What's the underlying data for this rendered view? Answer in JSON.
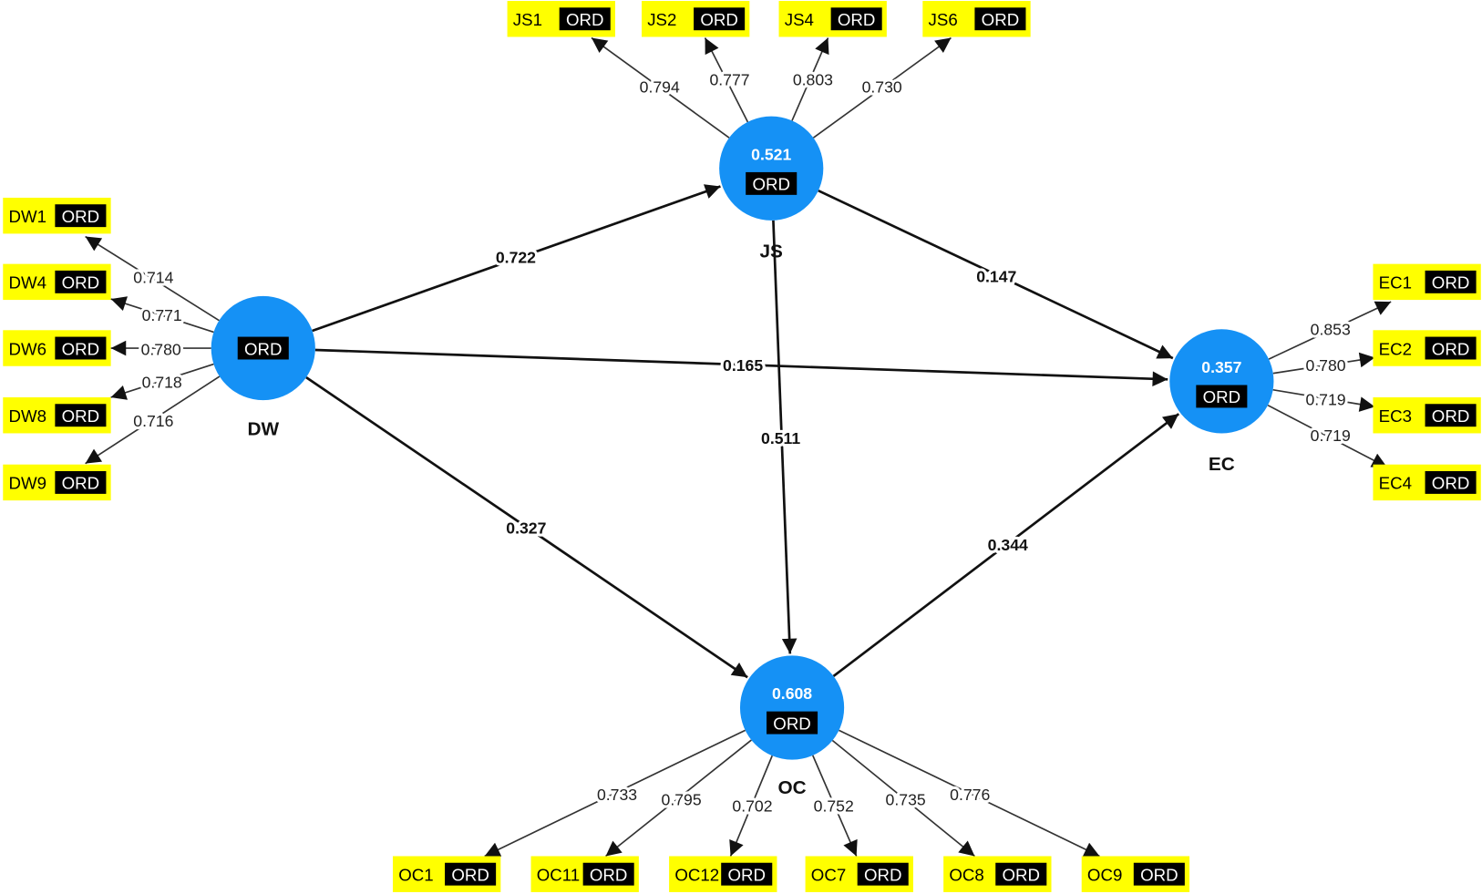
{
  "colors": {
    "construct": "#1591F5",
    "indicator": "#FFFF00",
    "tag_bg": "#000000",
    "tag_text": "#FFFFFF",
    "arrow": "#111111"
  },
  "constructs": [
    {
      "id": "JS",
      "r2": "0.521",
      "tag": "ORD"
    },
    {
      "id": "DW",
      "tag": "ORD"
    },
    {
      "id": "EC",
      "r2": "0.357",
      "tag": "ORD"
    },
    {
      "id": "OC",
      "r2": "0.608",
      "tag": "ORD"
    }
  ],
  "indicators": {
    "JS": [
      {
        "name": "JS1",
        "tag": "ORD",
        "loading": "0.794"
      },
      {
        "name": "JS2",
        "tag": "ORD",
        "loading": "0.777"
      },
      {
        "name": "JS4",
        "tag": "ORD",
        "loading": "0.803"
      },
      {
        "name": "JS6",
        "tag": "ORD",
        "loading": "0.730"
      }
    ],
    "DW": [
      {
        "name": "DW1",
        "tag": "ORD",
        "loading": "0.714"
      },
      {
        "name": "DW4",
        "tag": "ORD",
        "loading": "0.771"
      },
      {
        "name": "DW6",
        "tag": "ORD",
        "loading": "0.780"
      },
      {
        "name": "DW8",
        "tag": "ORD",
        "loading": "0.718"
      },
      {
        "name": "DW9",
        "tag": "ORD",
        "loading": "0.716"
      }
    ],
    "EC": [
      {
        "name": "EC1",
        "tag": "ORD",
        "loading": "0.853"
      },
      {
        "name": "EC2",
        "tag": "ORD",
        "loading": "0.780"
      },
      {
        "name": "EC3",
        "tag": "ORD",
        "loading": "0.719"
      },
      {
        "name": "EC4",
        "tag": "ORD",
        "loading": "0.719"
      }
    ],
    "OC": [
      {
        "name": "OC1",
        "tag": "ORD",
        "loading": "0.733"
      },
      {
        "name": "OC11",
        "tag": "ORD",
        "loading": "0.795"
      },
      {
        "name": "OC12",
        "tag": "ORD",
        "loading": "0.702"
      },
      {
        "name": "OC7",
        "tag": "ORD",
        "loading": "0.752"
      },
      {
        "name": "OC8",
        "tag": "ORD",
        "loading": "0.735"
      },
      {
        "name": "OC9",
        "tag": "ORD",
        "loading": "0.776"
      }
    ]
  },
  "paths": [
    {
      "from": "DW",
      "to": "JS",
      "coef": "0.722"
    },
    {
      "from": "JS",
      "to": "EC",
      "coef": "0.147"
    },
    {
      "from": "DW",
      "to": "EC",
      "coef": "0.165"
    },
    {
      "from": "JS",
      "to": "OC",
      "coef": "0.511"
    },
    {
      "from": "DW",
      "to": "OC",
      "coef": "0.327"
    },
    {
      "from": "OC",
      "to": "EC",
      "coef": "0.344"
    }
  ]
}
